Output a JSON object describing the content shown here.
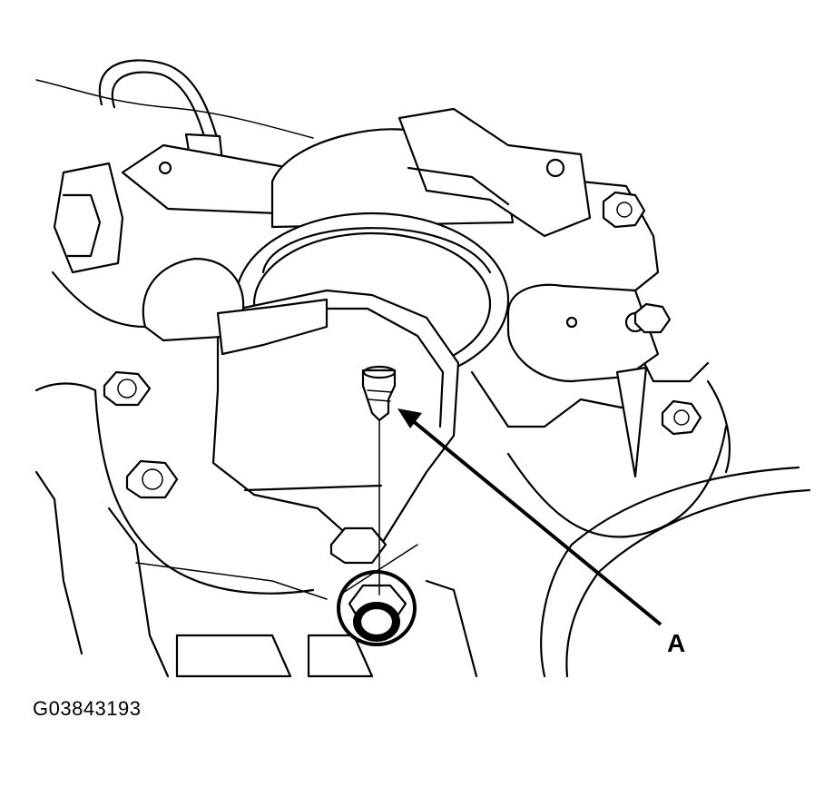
{
  "figure": {
    "callouts": [
      {
        "letter": "A",
        "points_to": "screw-plug"
      }
    ],
    "figure_id": "G03843193"
  }
}
